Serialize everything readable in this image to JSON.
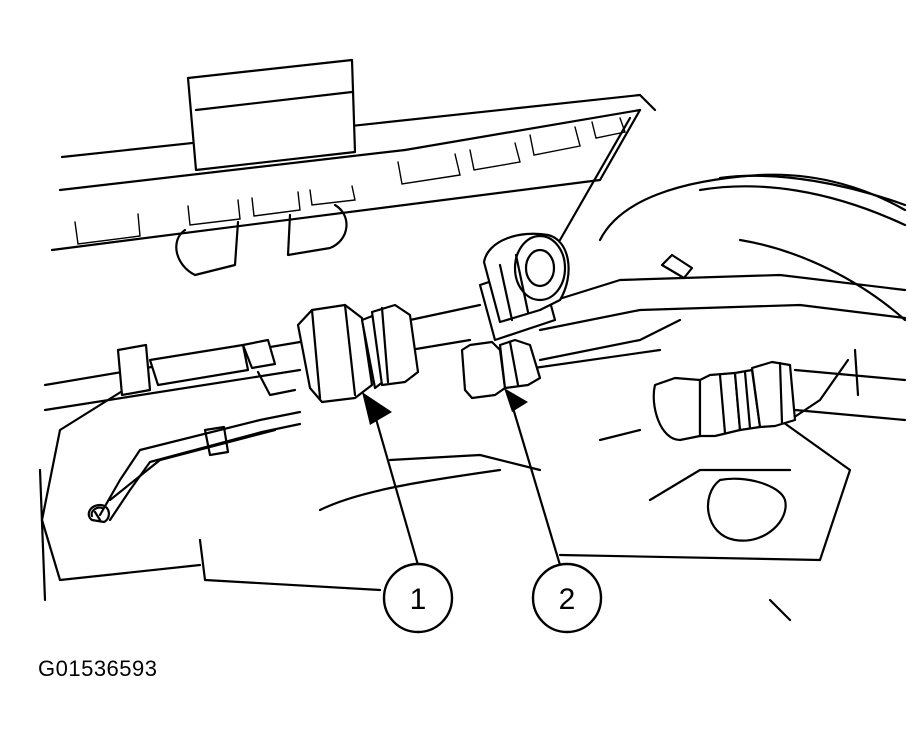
{
  "callouts": [
    {
      "label": "1"
    },
    {
      "label": "2"
    }
  ],
  "figure_id": "G01536593",
  "colors": {
    "line": "#000000",
    "background": "#ffffff"
  }
}
